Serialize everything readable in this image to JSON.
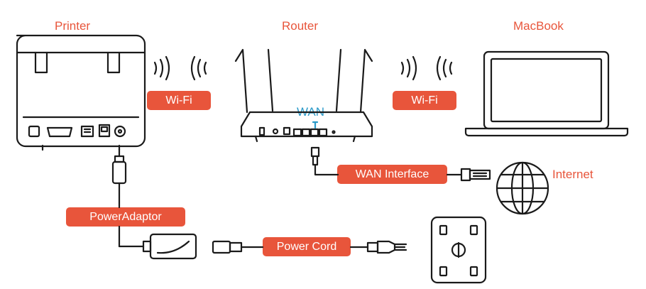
{
  "devices": {
    "printer": "Printer",
    "router": "Router",
    "macbook": "MacBook",
    "internet": "Internet"
  },
  "links": {
    "wifi_left": "Wi-Fi",
    "wifi_right": "Wi-Fi",
    "wan_port": "WAN",
    "wan_interface": "WAN Interface",
    "power_adaptor": "PowerAdaptor",
    "power_cord": "Power Cord"
  },
  "colors": {
    "accent": "#e8553b",
    "wan_port_label": "#2b9ac9",
    "line": "#1a1a1a"
  },
  "icons": [
    "printer-icon",
    "router-icon",
    "laptop-icon",
    "globe-icon",
    "power-adaptor-icon",
    "power-plug-icon",
    "wall-socket-icon",
    "wifi-waves-icon",
    "ethernet-plug-icon"
  ]
}
